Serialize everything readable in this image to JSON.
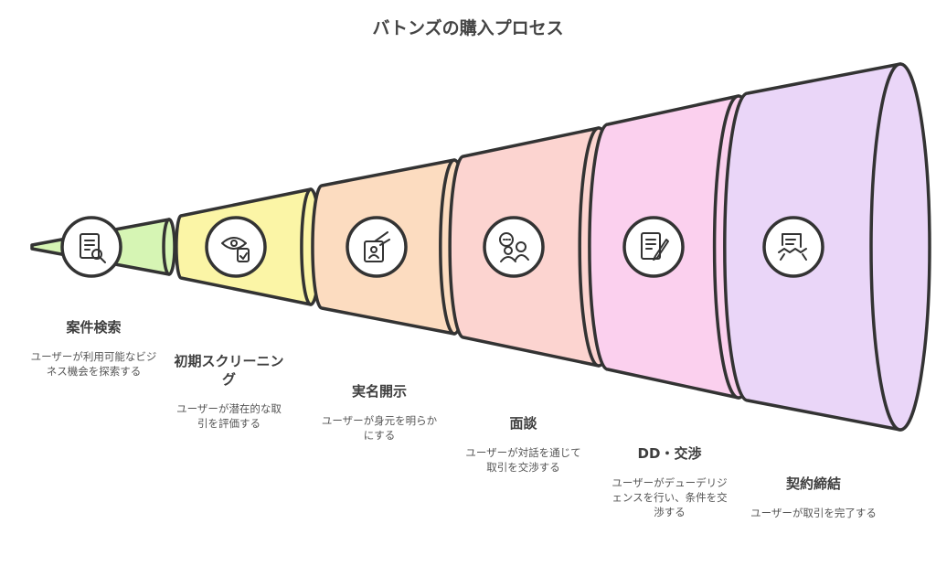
{
  "title": "バトンズの購入プロセス",
  "stages": [
    {
      "name": "案件検索",
      "desc": "ユーザーが利用可能なビジネス機会を探索する",
      "color": "#d6f5b4",
      "icon": "document-search-icon"
    },
    {
      "name": "初期スクリーニング",
      "desc": "ユーザーが潜在的な取引を評価する",
      "color": "#fbf5a6",
      "icon": "eye-checklist-icon"
    },
    {
      "name": "実名開示",
      "desc": "ユーザーが身元を明らかにする",
      "color": "#fcdcc0",
      "icon": "id-card-icon"
    },
    {
      "name": "面談",
      "desc": "ユーザーが対話を通じて取引を交渉する",
      "color": "#fcd4d0",
      "icon": "people-chat-icon"
    },
    {
      "name": "DD・交渉",
      "desc": "ユーザーがデューデリジェンスを行い、条件を交渉する",
      "color": "#fbd0ee",
      "icon": "document-signing-icon"
    },
    {
      "name": "契約締結",
      "desc": "ユーザーが取引を完了する",
      "color": "#ead6f8",
      "icon": "contract-handshake-icon"
    }
  ]
}
